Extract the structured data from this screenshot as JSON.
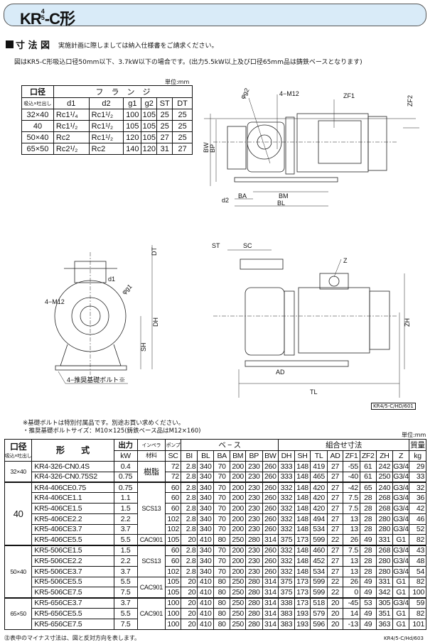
{
  "header": {
    "prefix": "KR",
    "sup": "4",
    "sub": "5",
    "suffix": "-C形"
  },
  "section": {
    "title": "寸 法 図",
    "note": "実施計画に際しましては納入仕様書をご請求ください。"
  },
  "figure_note": "図はKR5-C形吸込口径50mm以下、3.7kW以下の場合です。(出力5.5kW以上及び口径65mm品は鋳鉄ベースとなります)",
  "unit": "単位:mm",
  "flange_table": {
    "h_bore": "口径",
    "h_bore_sub": "吸込×吐出し",
    "h_flange": "フ　ラ　ン　ジ",
    "cols": [
      "d1",
      "d2",
      "g1",
      "g2",
      "ST",
      "DT"
    ],
    "rows": [
      [
        "32×40",
        "Rc1¹/₄",
        "Rc1¹/₂",
        "100",
        "105",
        "25",
        "25"
      ],
      [
        "40",
        "Rc1¹/₂",
        "Rc1¹/₂",
        "105",
        "105",
        "25",
        "25"
      ],
      [
        "50×40",
        "Rc2",
        "Rc1¹/₂",
        "120",
        "105",
        "27",
        "25"
      ],
      [
        "65×50",
        "Rc2¹/₂",
        "Rc2",
        "140",
        "120",
        "31",
        "27"
      ]
    ]
  },
  "drawing_labels": {
    "top": {
      "g2": "φg2",
      "m12": "4−M12",
      "zf1": "ZF1",
      "zf2": "ZF2",
      "bw": "BW",
      "bp": "BP",
      "ba": "BA",
      "bm": "BM",
      "bl": "BL",
      "d2": "d2"
    },
    "front": {
      "dt": "DT",
      "d1": "d1",
      "g1": "φg1",
      "m12": "4−M12",
      "dh": "DH",
      "sh": "SH",
      "bolt": "4−推奨基礎ボルト※"
    },
    "side": {
      "st": "ST",
      "sc": "SC",
      "z": "Z",
      "zh": "ZH",
      "ad": "AD",
      "tl": "TL"
    }
  },
  "drawing_ref": "KR4/5-C/HD/601",
  "footnotes": [
    "※基礎ボルトは特別付属品です。別途お買い求めください。",
    "・推奨基礎ボルトサイズ：M10×125(鋳鉄ベース品はM12×160)"
  ],
  "main_table": {
    "h": {
      "bore": "口径",
      "bore_sub": "吸込×吐出し",
      "model": "形　　式",
      "output": "出力",
      "kw": "kW",
      "imp1": "インペラ",
      "imp2": "材料",
      "pump": "ポンプ",
      "base": "ベ − ス",
      "comb": "組合せ寸法",
      "mass": "質量",
      "kg": "kg"
    },
    "dim_cols": [
      "SC",
      "BI",
      "BL",
      "BA",
      "BM",
      "BP",
      "BW",
      "DH",
      "SH",
      "TL",
      "AD",
      "ZF1",
      "ZF2",
      "ZH",
      "Z"
    ],
    "bore_groups": [
      {
        "label": "32×40",
        "span": 2
      },
      {
        "label": "40",
        "span": 6
      },
      {
        "label": "50×40",
        "span": 5
      },
      {
        "label": "65×50",
        "span": 3
      }
    ],
    "material_groups": [
      {
        "label": "樹脂",
        "span": 2
      },
      {
        "label": "SCS13",
        "span": 5
      },
      {
        "label": "CAC901",
        "span": 1
      },
      {
        "label": "SCS13",
        "span": 3
      },
      {
        "label": "CAC901",
        "span": 2
      },
      {
        "label": "CAC901",
        "span": 3
      }
    ],
    "rows": [
      [
        "KR4-326-CN0.4S",
        "0.4",
        "72",
        "2.8",
        "340",
        "70",
        "200",
        "230",
        "260",
        "333",
        "148",
        "419",
        "27",
        "-55",
        "61",
        "242",
        "G3/4",
        "29"
      ],
      [
        "KR4-326-CN0.75S2",
        "0.75",
        "72",
        "2.8",
        "340",
        "70",
        "200",
        "230",
        "260",
        "333",
        "148",
        "465",
        "27",
        "-40",
        "61",
        "250",
        "G3/4",
        "33"
      ],
      [
        "KR4-406CE0.75",
        "0.75",
        "60",
        "2.8",
        "340",
        "70",
        "200",
        "230",
        "260",
        "332",
        "148",
        "420",
        "27",
        "-42",
        "65",
        "240",
        "G3/4",
        "32"
      ],
      [
        "KR4-406CE1.1",
        "1.1",
        "60",
        "2.8",
        "340",
        "70",
        "200",
        "230",
        "260",
        "332",
        "148",
        "420",
        "27",
        "7.5",
        "28",
        "268",
        "G3/4",
        "36"
      ],
      [
        "KR5-406CE1.5",
        "1.5",
        "60",
        "2.8",
        "340",
        "70",
        "200",
        "230",
        "260",
        "332",
        "148",
        "420",
        "27",
        "7.5",
        "28",
        "268",
        "G3/4",
        "42"
      ],
      [
        "KR5-406CE2.2",
        "2.2",
        "102",
        "2.8",
        "340",
        "70",
        "200",
        "230",
        "260",
        "332",
        "148",
        "494",
        "27",
        "13",
        "28",
        "280",
        "G3/4",
        "46"
      ],
      [
        "KR5-406CE3.7",
        "3.7",
        "102",
        "2.8",
        "340",
        "70",
        "200",
        "230",
        "260",
        "332",
        "148",
        "534",
        "27",
        "13",
        "28",
        "280",
        "G3/4",
        "52"
      ],
      [
        "KR5-406CE5.5",
        "5.5",
        "105",
        "20",
        "410",
        "80",
        "250",
        "280",
        "314",
        "375",
        "173",
        "599",
        "22",
        "26",
        "49",
        "331",
        "G1",
        "82"
      ],
      [
        "KR5-506CE1.5",
        "1.5",
        "60",
        "2.8",
        "340",
        "70",
        "200",
        "230",
        "260",
        "332",
        "148",
        "460",
        "27",
        "7.5",
        "28",
        "268",
        "G3/4",
        "43"
      ],
      [
        "KR5-506CE2.2",
        "2.2",
        "60",
        "2.8",
        "340",
        "70",
        "200",
        "230",
        "260",
        "332",
        "148",
        "452",
        "27",
        "13",
        "28",
        "280",
        "G3/4",
        "48"
      ],
      [
        "KR5-506CE3.7",
        "3.7",
        "102",
        "2.8",
        "340",
        "70",
        "200",
        "230",
        "260",
        "332",
        "148",
        "534",
        "27",
        "13",
        "28",
        "280",
        "G3/4",
        "54"
      ],
      [
        "KR5-506CE5.5",
        "5.5",
        "105",
        "20",
        "410",
        "80",
        "250",
        "280",
        "314",
        "375",
        "173",
        "599",
        "22",
        "26",
        "49",
        "331",
        "G1",
        "82"
      ],
      [
        "KR5-506CE7.5",
        "7.5",
        "105",
        "20",
        "410",
        "80",
        "250",
        "280",
        "314",
        "375",
        "173",
        "599",
        "22",
        "0",
        "49",
        "342",
        "G1",
        "100"
      ],
      [
        "KR5-656CE3.7",
        "3.7",
        "100",
        "20",
        "410",
        "80",
        "250",
        "280",
        "314",
        "338",
        "173",
        "518",
        "20",
        "-45",
        "53",
        "305",
        "G3/4",
        "59"
      ],
      [
        "KR5-656CE5.5",
        "5.5",
        "100",
        "20",
        "410",
        "80",
        "250",
        "280",
        "314",
        "383",
        "193",
        "579",
        "20",
        "14",
        "49",
        "351",
        "G1",
        "82"
      ],
      [
        "KR5-656CE7.5",
        "7.5",
        "100",
        "20",
        "410",
        "80",
        "250",
        "280",
        "314",
        "383",
        "193",
        "596",
        "20",
        "-13",
        "49",
        "363",
        "G1",
        "101"
      ]
    ]
  },
  "table_note": "㊟表中のマイナス寸法は、図と反対方向を表します。",
  "table_ref": "KR4/5-C/Hd/603"
}
